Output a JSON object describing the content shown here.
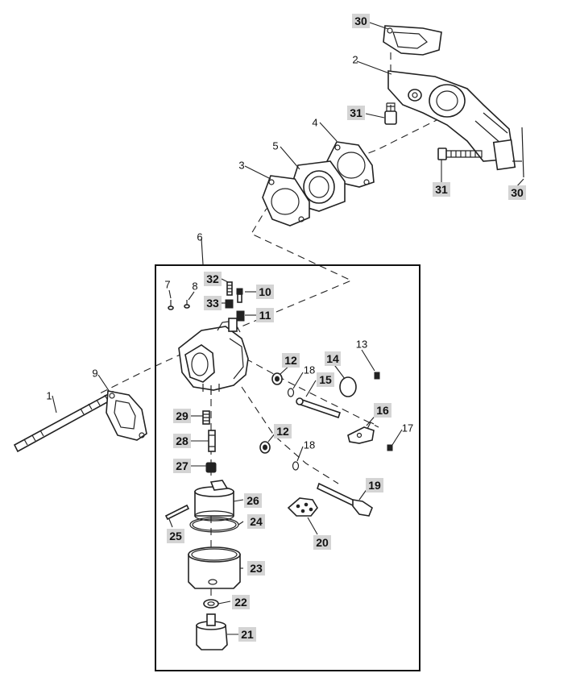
{
  "diagram": {
    "callouts": {
      "c1": "1",
      "c2": "2",
      "c3": "3",
      "c4": "4",
      "c5": "5",
      "c6": "6",
      "c7": "7",
      "c8": "8",
      "c9": "9",
      "c10": "10",
      "c11": "11",
      "c12a": "12",
      "c12b": "12",
      "c13": "13",
      "c14": "14",
      "c15": "15",
      "c16": "16",
      "c17": "17",
      "c18a": "18",
      "c18b": "18",
      "c19": "19",
      "c20": "20",
      "c21": "21",
      "c22": "22",
      "c23": "23",
      "c24": "24",
      "c25": "25",
      "c26": "26",
      "c27": "27",
      "c28": "28",
      "c29": "29",
      "c30a": "30",
      "c30b": "30",
      "c31a": "31",
      "c31b": "31",
      "c32": "32",
      "c33": "33"
    }
  }
}
